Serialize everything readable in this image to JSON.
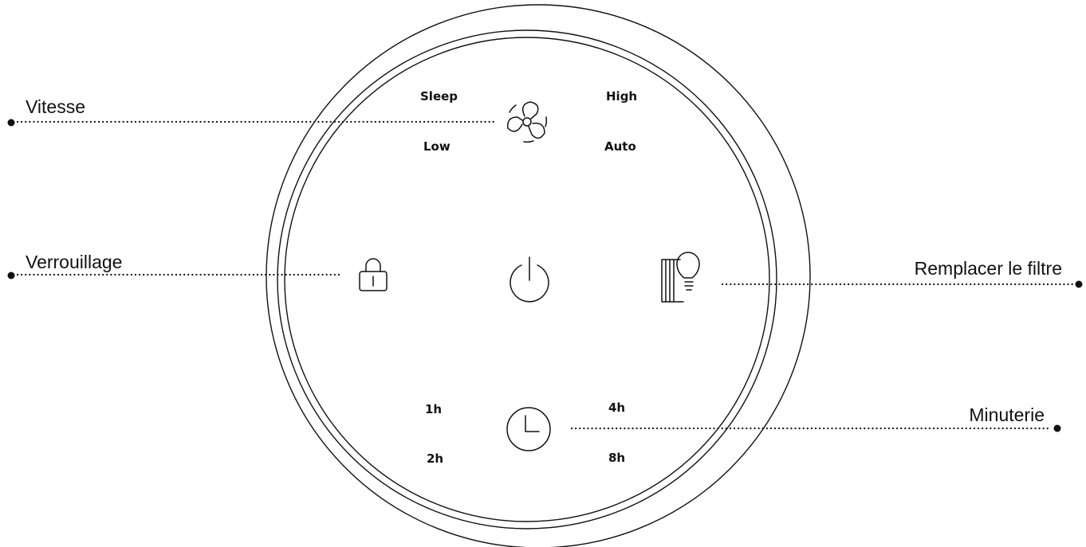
{
  "callouts": {
    "speed": "Vitesse",
    "lock": "Verrouillage",
    "filter": "Remplacer le filtre",
    "timer": "Minuterie"
  },
  "speed_options": {
    "sleep": "Sleep",
    "high": "High",
    "low": "Low",
    "auto": "Auto"
  },
  "timer_options": {
    "h1": "1h",
    "h4": "4h",
    "h2": "2h",
    "h8": "8h"
  },
  "icons": {
    "fan": "fan-icon",
    "lock": "lock-icon",
    "power": "power-icon",
    "filter": "filter-lightbulb-icon",
    "timer": "clock-icon"
  },
  "colors": {
    "ink": "#111111",
    "background": "#ffffff"
  }
}
